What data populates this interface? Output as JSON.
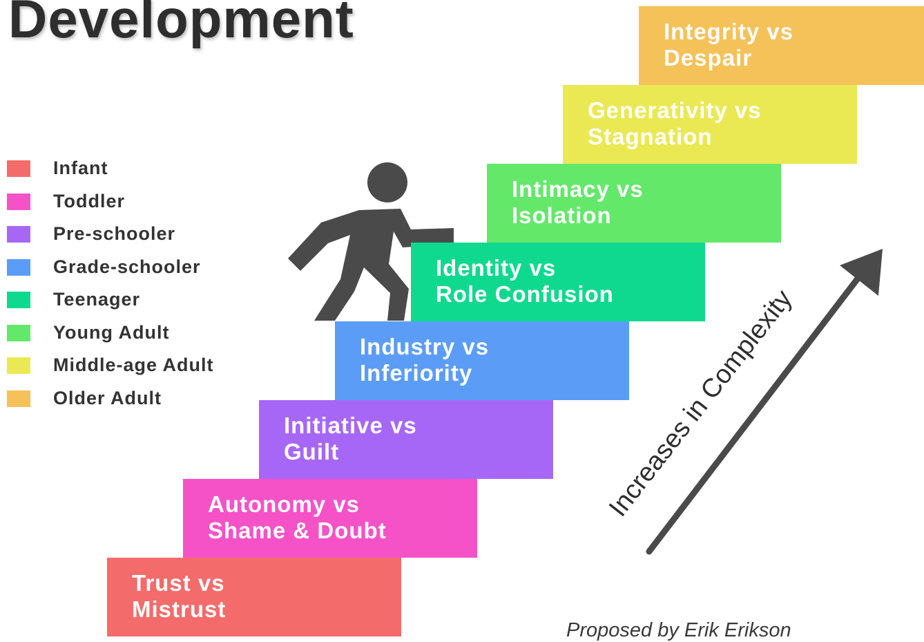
{
  "title": "Development",
  "legend": [
    {
      "label": "Infant",
      "color": "#f46b6b"
    },
    {
      "label": "Toddler",
      "color": "#f652c7"
    },
    {
      "label": "Pre-schooler",
      "color": "#a767f6"
    },
    {
      "label": "Grade-schooler",
      "color": "#5b9df6"
    },
    {
      "label": "Teenager",
      "color": "#0fd98e"
    },
    {
      "label": "Young Adult",
      "color": "#63e86a"
    },
    {
      "label": "Middle-age Adult",
      "color": "#eae954"
    },
    {
      "label": "Older Adult",
      "color": "#f5c159"
    }
  ],
  "stages": [
    {
      "line1": "Trust vs",
      "line2": "Mistrust",
      "color": "#f46b6b"
    },
    {
      "line1": "Autonomy vs",
      "line2": "Shame & Doubt",
      "color": "#f652c7"
    },
    {
      "line1": "Initiative vs",
      "line2": "Guilt",
      "color": "#a767f6"
    },
    {
      "line1": "Industry vs",
      "line2": "Inferiority",
      "color": "#5b9df6"
    },
    {
      "line1": "Identity vs",
      "line2": "Role Confusion",
      "color": "#0fd98e"
    },
    {
      "line1": "Intimacy vs",
      "line2": "Isolation",
      "color": "#63e86a"
    },
    {
      "line1": "Generativity vs",
      "line2": "Stagnation",
      "color": "#eae954"
    },
    {
      "line1": "Integrity vs",
      "line2": "Despair",
      "color": "#f5c159"
    }
  ],
  "arrow_label": "Increases in Complexity",
  "credit": "Proposed by Erik Erikson",
  "figure_color": "#4a4a4a"
}
